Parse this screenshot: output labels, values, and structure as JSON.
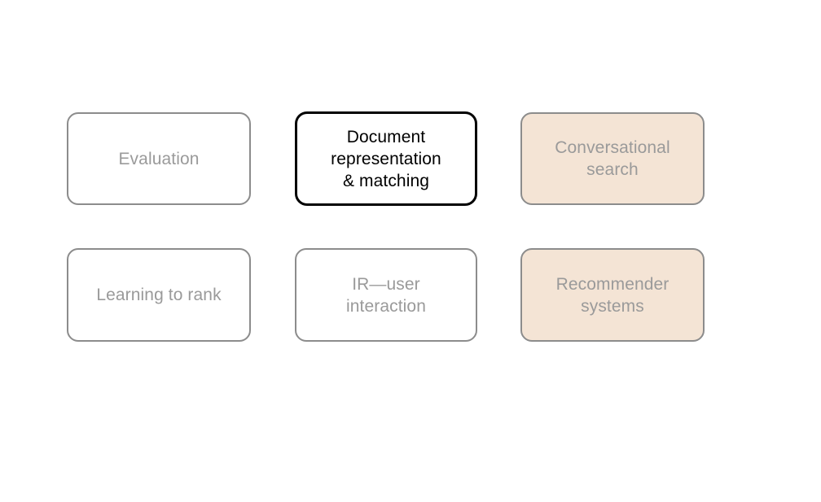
{
  "diagram": {
    "type": "node-grid",
    "background_color": "#ffffff",
    "columns": 3,
    "rows": 2,
    "styles": {
      "default": {
        "fill": "#ffffff",
        "border_color": "#8c8c8c",
        "text_color": "#9a9a9a"
      },
      "highlight": {
        "fill": "#ffffff",
        "border_color": "#000000",
        "text_color": "#000000"
      },
      "accent": {
        "fill": "#f4e4d5",
        "border_color": "#8c8c8c",
        "text_color": "#9a9a9a"
      }
    },
    "nodes": [
      {
        "id": "evaluation",
        "label": "Evaluation",
        "style": "default",
        "row": 1,
        "column": 1
      },
      {
        "id": "document-representation-matching",
        "label": "Document\nrepresentation\n& matching",
        "style": "highlight",
        "row": 1,
        "column": 2
      },
      {
        "id": "conversational-search",
        "label": "Conversational\nsearch",
        "style": "accent",
        "row": 1,
        "column": 3
      },
      {
        "id": "learning-to-rank",
        "label": "Learning to rank",
        "style": "default",
        "row": 2,
        "column": 1
      },
      {
        "id": "ir-user-interaction",
        "label": "IR—user\ninteraction",
        "style": "default",
        "row": 2,
        "column": 2
      },
      {
        "id": "recommender-systems",
        "label": "Recommender\nsystems",
        "style": "accent",
        "row": 2,
        "column": 3
      }
    ]
  }
}
